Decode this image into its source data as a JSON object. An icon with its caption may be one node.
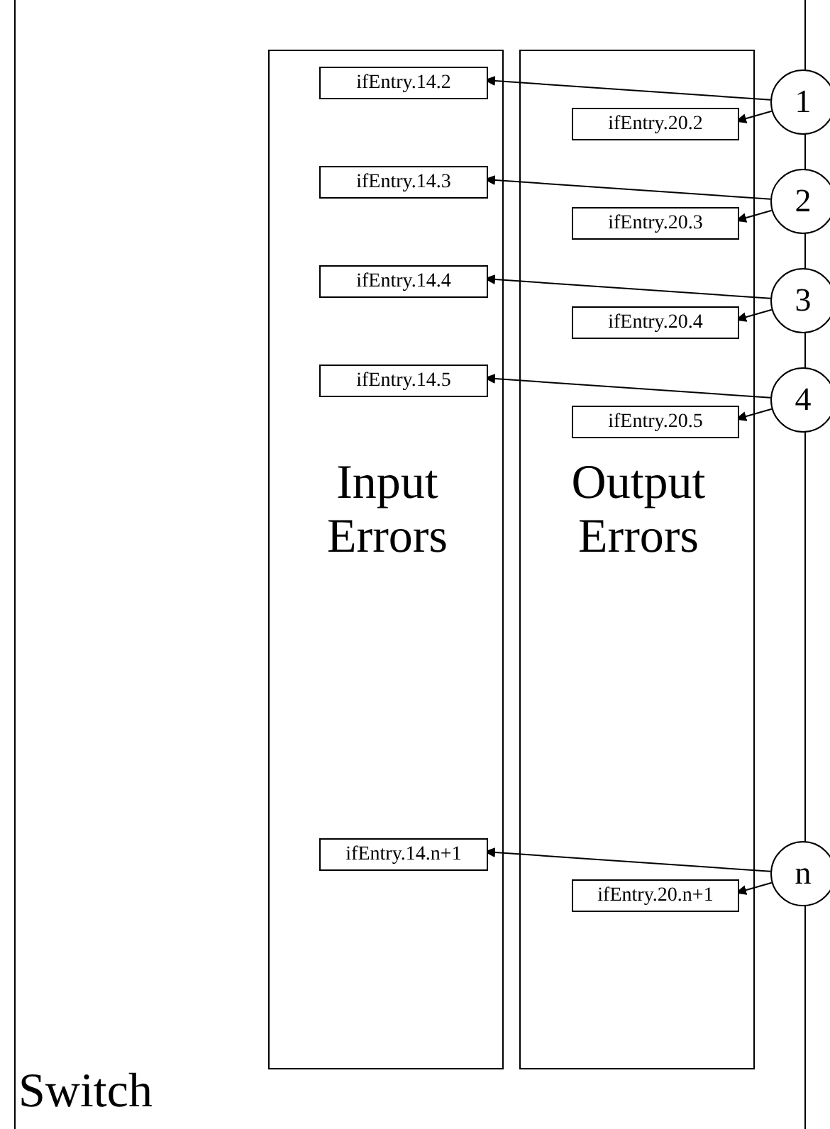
{
  "diagram": {
    "nodes": [
      {
        "text": [
          "Switch"
        ]
      },
      {
        "text": [
          "Input Errors"
        ],
        "in": 0
      },
      {
        "text": [
          "Output Errors"
        ],
        "in": 0
      },
      {
        "text": [
          "ifEntry.14.2"
        ],
        "in": 1
      },
      {
        "text": [
          "1"
        ]
      },
      {
        "text": [
          "ifEntry.20.2"
        ],
        "in": 2
      },
      {
        "text": [
          "ifEntry.14.3"
        ],
        "in": 1
      },
      {
        "text": [
          "2"
        ]
      },
      {
        "text": [
          "ifEntry.20.3"
        ],
        "in": 2
      },
      {
        "text": [
          "ifEntry.14.4"
        ],
        "in": 1
      },
      {
        "text": [
          "3"
        ]
      },
      {
        "text": [
          "ifEntry.20.4"
        ],
        "in": 2
      },
      {
        "text": [
          "ifEntry.14.5"
        ],
        "in": 1
      },
      {
        "text": [
          "4"
        ]
      },
      {
        "text": [
          "ifEntry.20.5"
        ],
        "in": 2
      },
      {
        "text": [
          "ifEntry.14.n+1"
        ],
        "in": 1
      },
      {
        "text": [
          "n"
        ]
      },
      {
        "text": [
          "ifEntry.20.n+1"
        ],
        "in": 2
      }
    ],
    "edges": [
      {
        "from": 4,
        "to": 3,
        "arrow": "to"
      },
      {
        "from": 4,
        "to": 5,
        "arrow": "to"
      },
      {
        "from": 7,
        "to": 6,
        "arrow": "to"
      },
      {
        "from": 7,
        "to": 8,
        "arrow": "to"
      },
      {
        "from": 10,
        "to": 9,
        "arrow": "to"
      },
      {
        "from": 10,
        "to": 11,
        "arrow": "to"
      },
      {
        "from": 13,
        "to": 12,
        "arrow": "to"
      },
      {
        "from": 13,
        "to": 14,
        "arrow": "to"
      },
      {
        "from": 16,
        "to": 15,
        "arrow": "to"
      },
      {
        "from": 16,
        "to": 17,
        "arrow": "to"
      }
    ]
  }
}
